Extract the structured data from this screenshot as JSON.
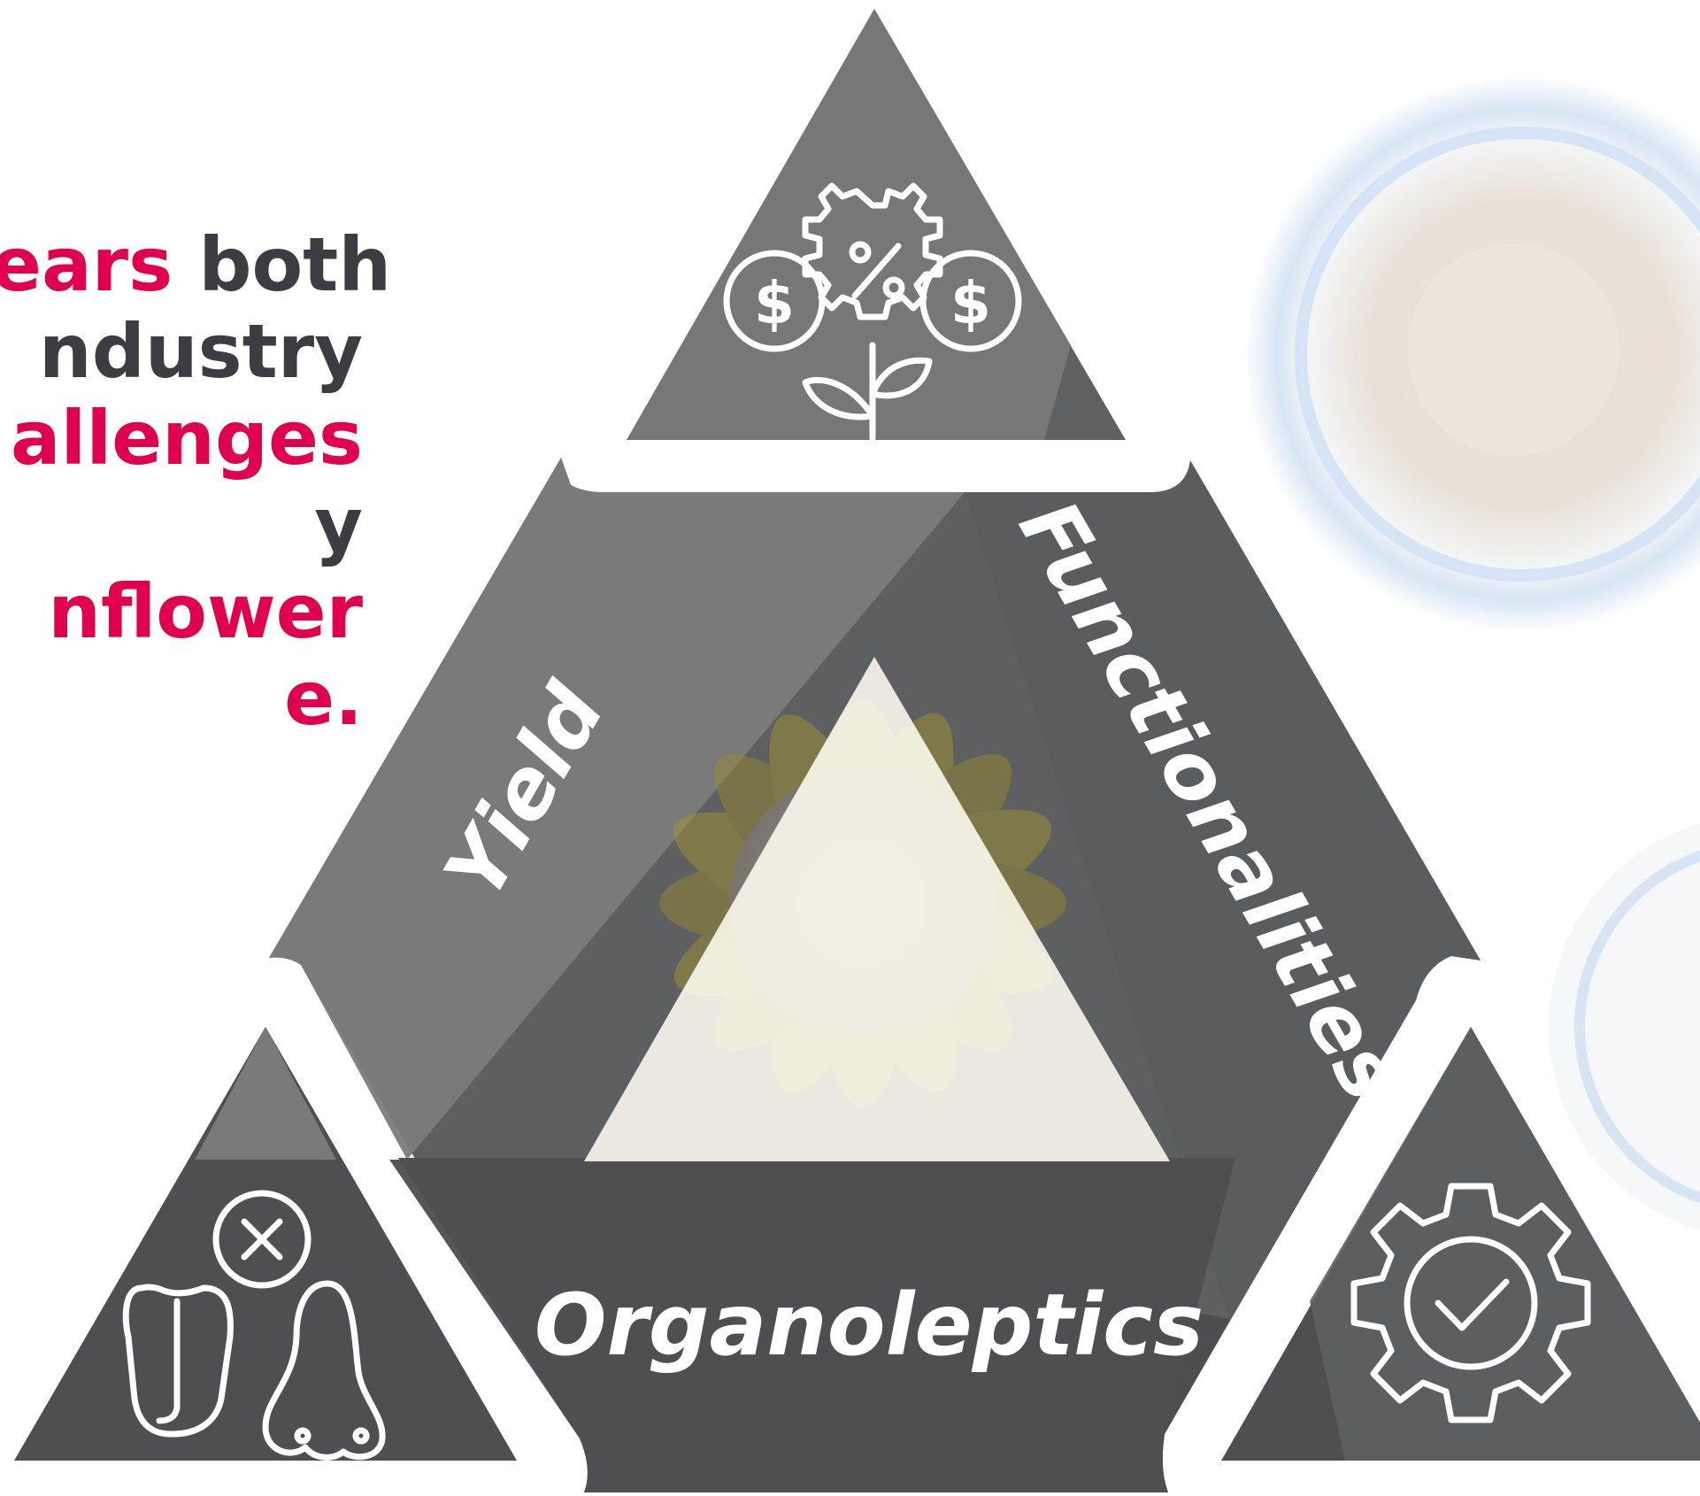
{
  "headline": {
    "lines": [
      {
        "parts": [
          {
            "text": "ears",
            "accent": true
          },
          {
            "text": " both",
            "accent": false
          }
        ]
      },
      {
        "parts": [
          {
            "text": "ndustry",
            "accent": false
          }
        ]
      },
      {
        "parts": [
          {
            "text": "allenges",
            "accent": true
          }
        ]
      },
      {
        "parts": [
          {
            "text": "y",
            "accent": false
          }
        ]
      },
      {
        "parts": [
          {
            "text": "nflower",
            "accent": true
          }
        ]
      },
      {
        "parts": [
          {
            "text": "e.",
            "accent": true
          }
        ]
      }
    ],
    "accent_color": "#e0004d",
    "text_color": "#3c3c42"
  },
  "diagram": {
    "labels": {
      "left_side": "Yield",
      "right_side": "Functionalities",
      "bottom_side": "Organoleptics"
    },
    "corner_icons": {
      "top": "money-growth-icon",
      "bottom_left": "taste-smell-icon",
      "bottom_right": "gear-check-icon"
    },
    "colors": {
      "panel": "#5e5f61",
      "panel_light": "#7a7a7a",
      "center": "#fffdf0",
      "sunflower": "#8a7a2a"
    }
  }
}
